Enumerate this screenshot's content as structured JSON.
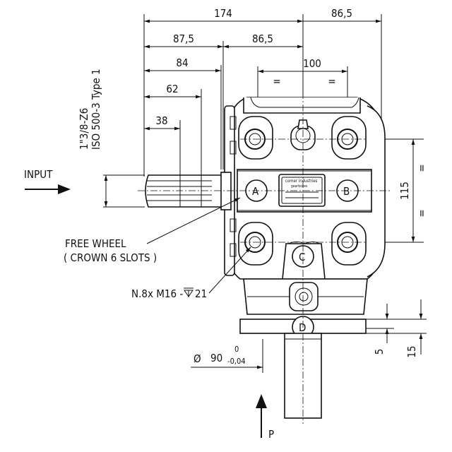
{
  "dimensions": {
    "overall_width": "174",
    "right_offset": "86,5",
    "left_half": "87,5",
    "right_half": "86,5",
    "shaft_length_84": "84",
    "shaft_length_62": "62",
    "shaft_length_38": "38",
    "bolt_spacing": "100",
    "equal_left": "=",
    "equal_right": "=",
    "vertical_spacing": "115",
    "equal_top": "=",
    "equal_bottom": "=",
    "flange_5": "5",
    "flange_15": "15",
    "diameter_symbol": "Ø",
    "diameter_value": "90",
    "tolerance_upper": "0",
    "tolerance_lower": "-0,04"
  },
  "labels": {
    "input": "INPUT",
    "spline_line1": "1\"3/8-Z6",
    "spline_line2": "ISO 500-3 Type 1",
    "free_wheel_line1": "FREE WHEEL",
    "free_wheel_line2": "( CROWN 6 SLOTS )",
    "bolts": "N.8x M16 -",
    "bolt_depth": "21",
    "shaft_a": "A",
    "shaft_b": "B",
    "shaft_c": "C",
    "shaft_d": "D",
    "output_p": "P"
  },
  "logo": {
    "brand_line1": "comer industries",
    "brand_line2": "gearboxes"
  }
}
